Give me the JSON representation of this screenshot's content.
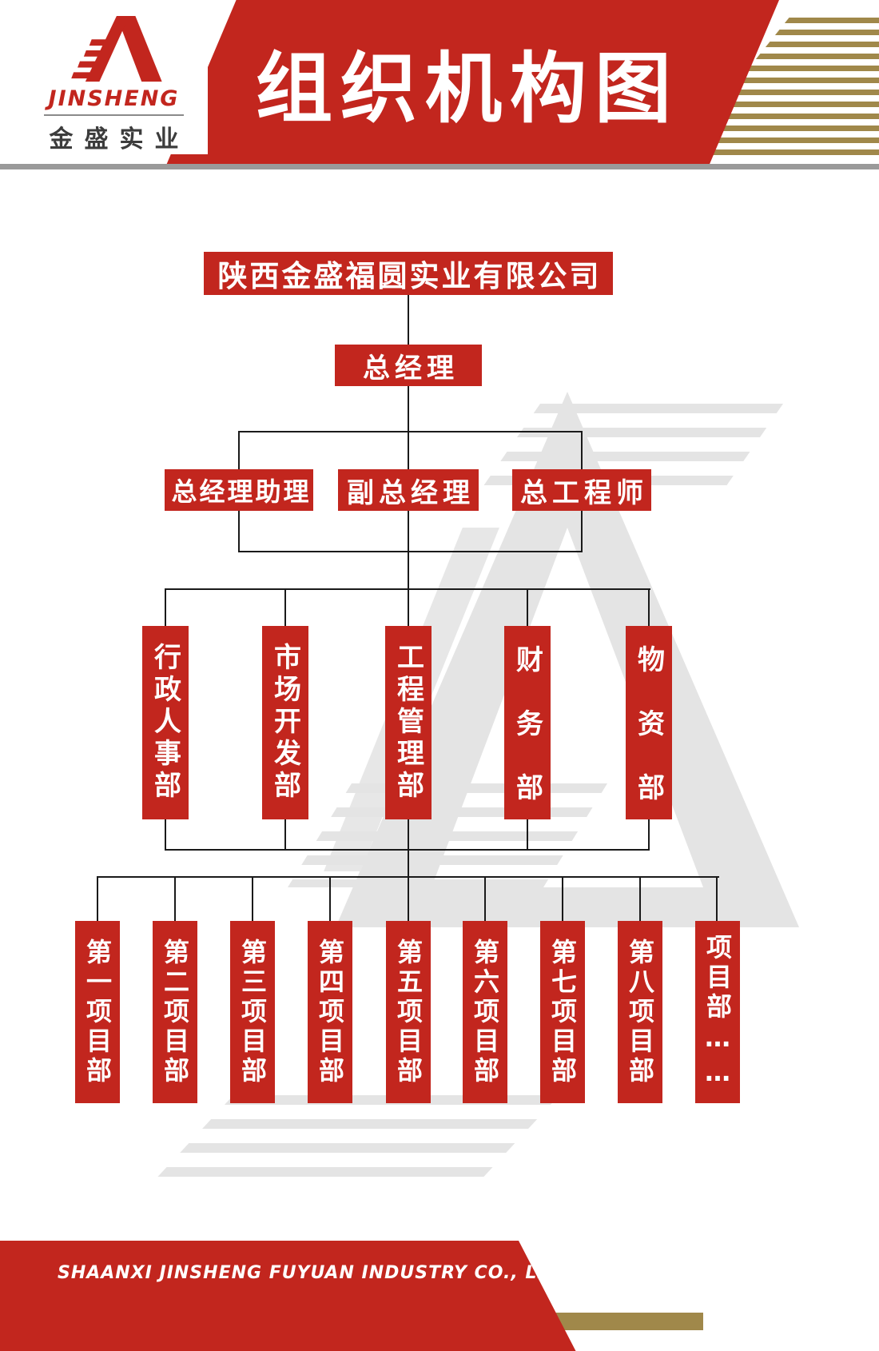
{
  "header": {
    "title": "组织机构图",
    "logo_brand": "JINSHENG",
    "logo_sub": "金盛实业"
  },
  "footer": {
    "company_en": "SHAANXI JINSHENG FUYUAN INDUSTRY CO., LTD."
  },
  "colors": {
    "red": "#c2261e",
    "gold": "#a0884a",
    "watermark": "#e4e4e4",
    "line": "#1a1a1a"
  },
  "chart_data": {
    "type": "org-chart",
    "title": "组织机构图",
    "root": "陕西金盛福圆实业有限公司",
    "general_manager": "总经理",
    "executives": [
      "总经理助理",
      "副总经理",
      "总工程师"
    ],
    "departments": [
      "行政人事部",
      "市场开发部",
      "工程管理部",
      "财务部",
      "物资部"
    ],
    "projects": [
      "第一项目部",
      "第二项目部",
      "第三项目部",
      "第四项目部",
      "第五项目部",
      "第六项目部",
      "第七项目部",
      "第八项目部",
      "项目部……"
    ]
  }
}
